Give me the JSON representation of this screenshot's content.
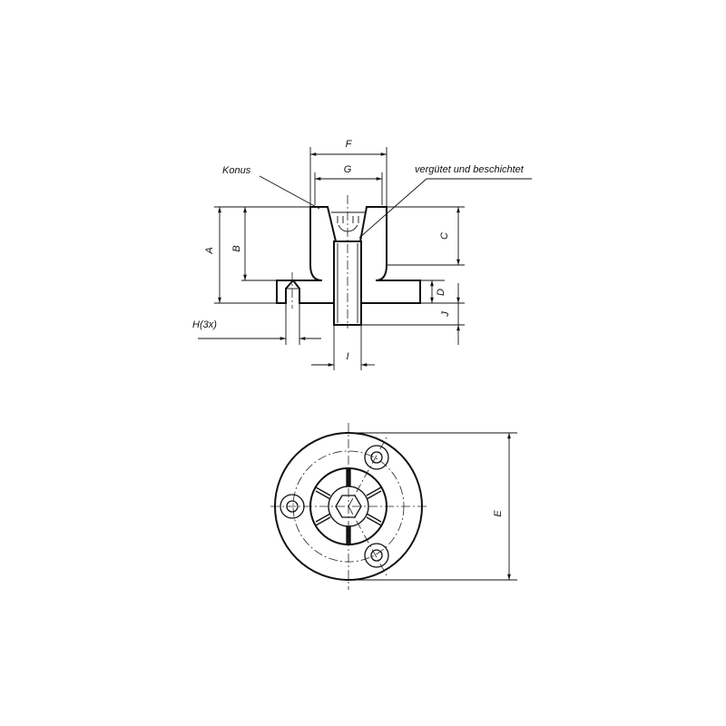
{
  "labels": {
    "F": "F",
    "G": "G",
    "A": "A",
    "B": "B",
    "C": "C",
    "D": "D",
    "J": "J",
    "I": "I",
    "E": "E",
    "H": "H(3x)"
  },
  "notes": {
    "konus": "Konus",
    "coating": "vergütet und beschichtet"
  },
  "colors": {
    "line": "#111111",
    "background": "#ffffff"
  }
}
